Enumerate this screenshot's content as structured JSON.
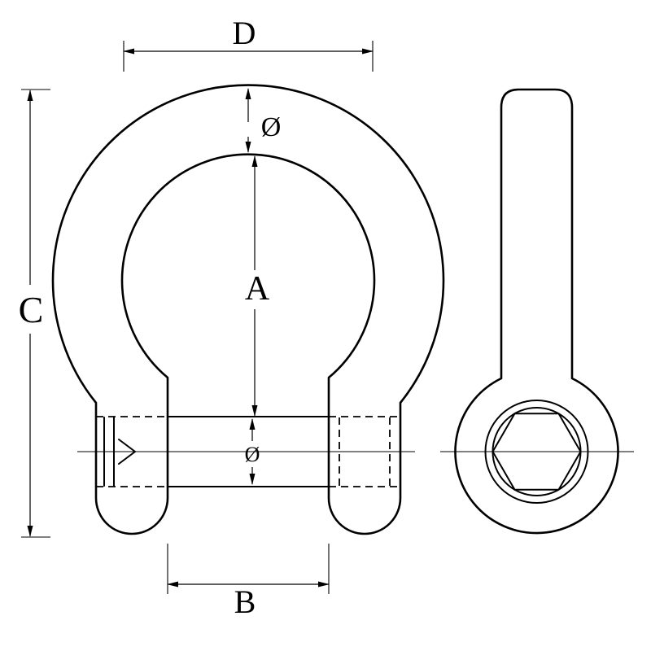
{
  "colors": {
    "line": "#000000",
    "background": "#ffffff"
  },
  "drawing": {
    "labels": {
      "width_top": "D",
      "bow_diameter": "Ø",
      "length_inside": "A",
      "height_overall": "C",
      "pin_diameter": "Ø",
      "width_inside": "B"
    }
  }
}
